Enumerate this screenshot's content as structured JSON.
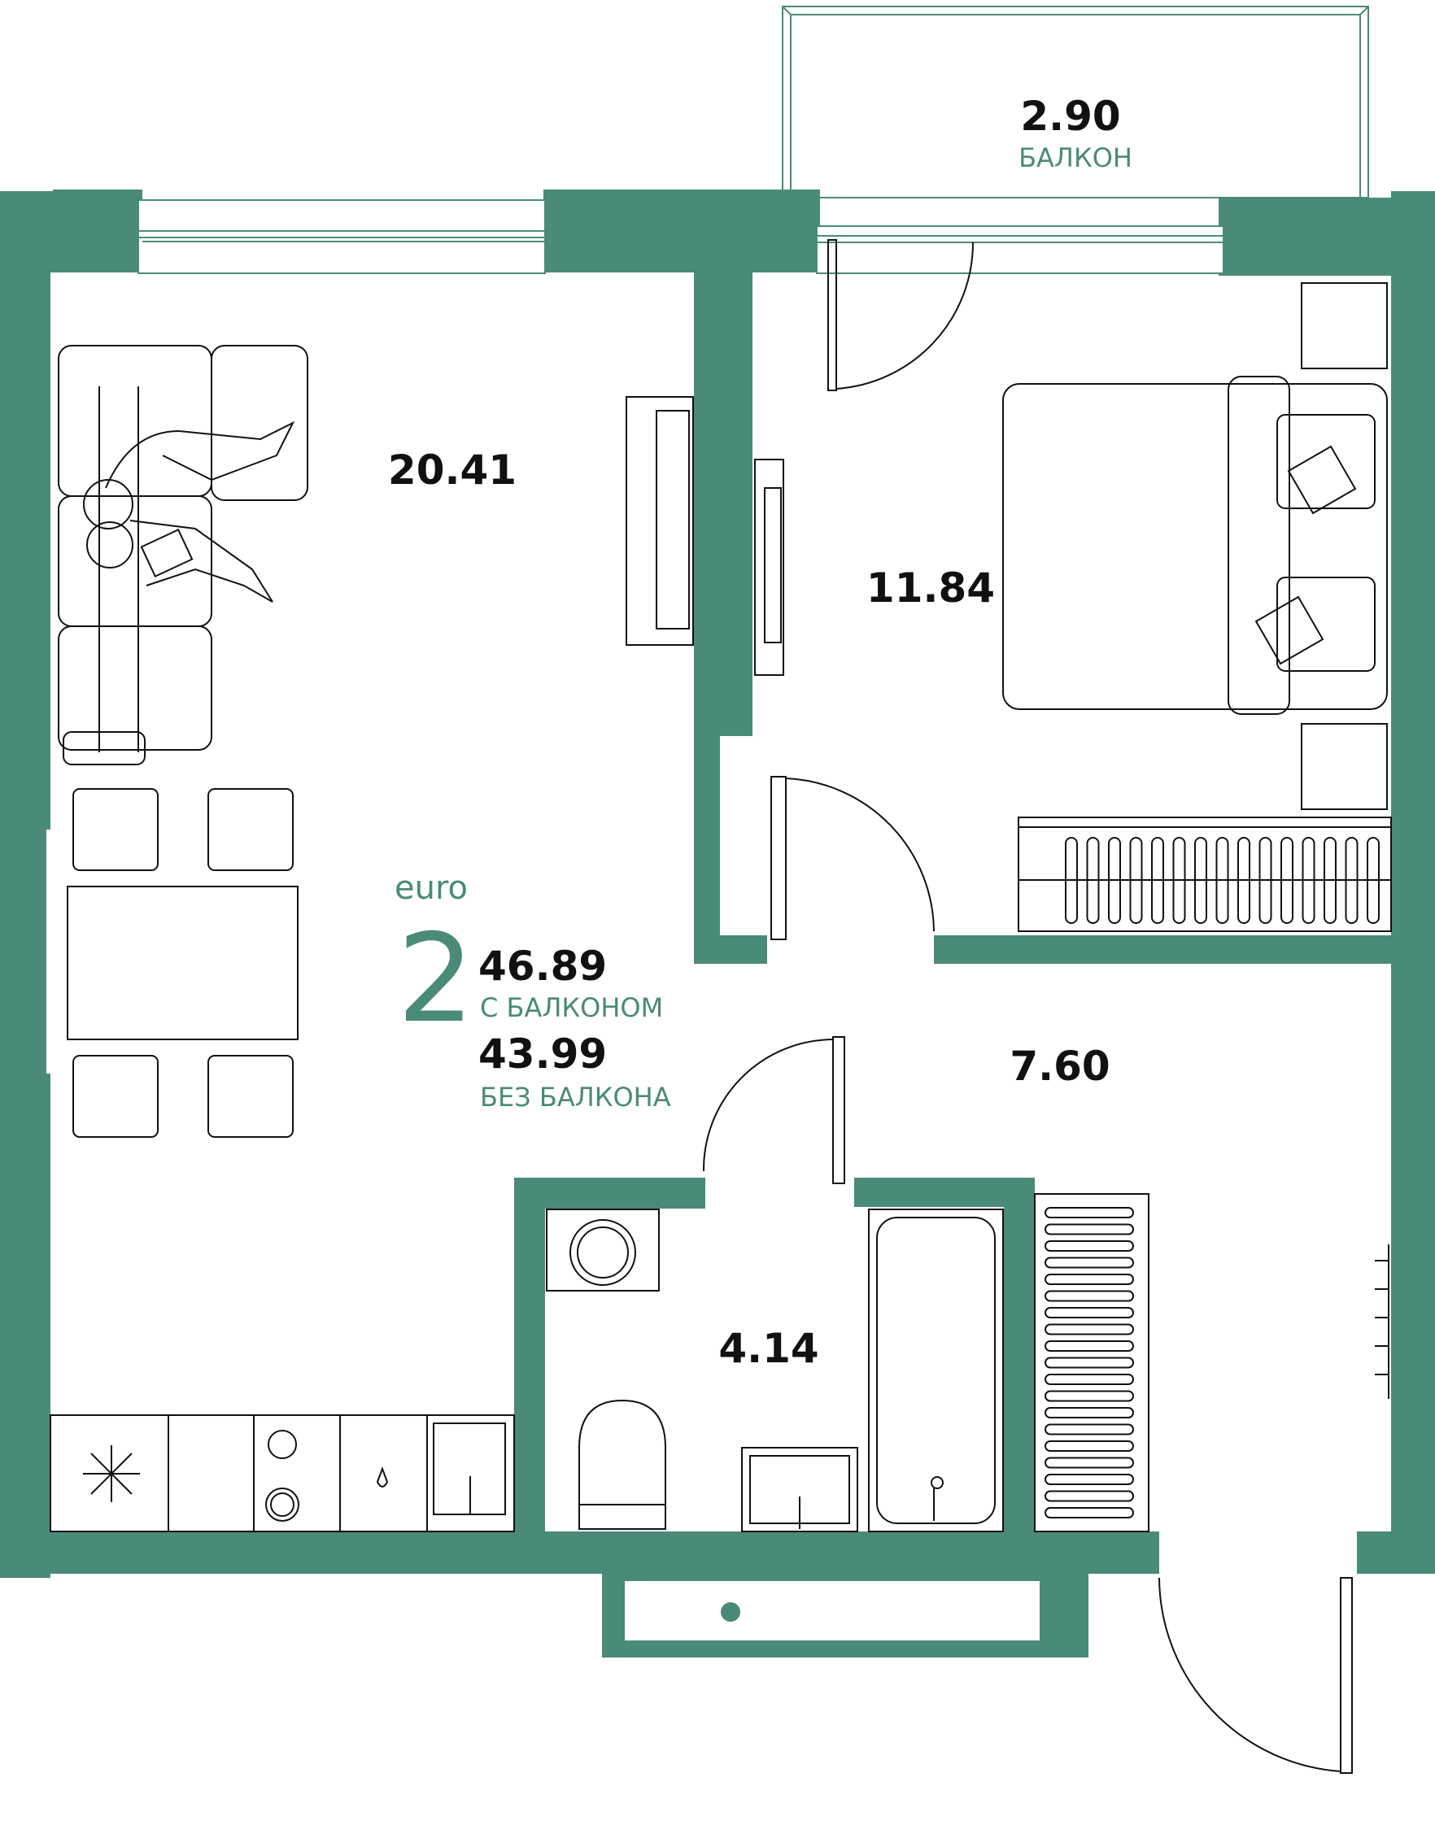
{
  "colors": {
    "wall": "#4a8a78",
    "accent": "#4a8a78",
    "line": "#111111"
  },
  "apartment": {
    "type_label": "euro",
    "rooms": "2",
    "area_with_balcony": "46.89",
    "area_with_balcony_caption": "С БАЛКОНОМ",
    "area_without_balcony": "43.99",
    "area_without_balcony_caption": "БЕЗ БАЛКОНА"
  },
  "rooms": {
    "balcony_area": "2.90",
    "balcony_label": "БАЛКОН",
    "living_kitchen_area": "20.41",
    "bedroom_area": "11.84",
    "hall_area": "7.60",
    "bathroom_area": "4.14"
  },
  "icons": [
    "snowflake-icon",
    "stove-burner-icon",
    "faucet-icon",
    "washing-machine-icon",
    "toilet-icon",
    "bathtub-icon",
    "radiator-icon",
    "sofa-icon",
    "bed-icon",
    "tv-icon",
    "door-swing-icon"
  ]
}
